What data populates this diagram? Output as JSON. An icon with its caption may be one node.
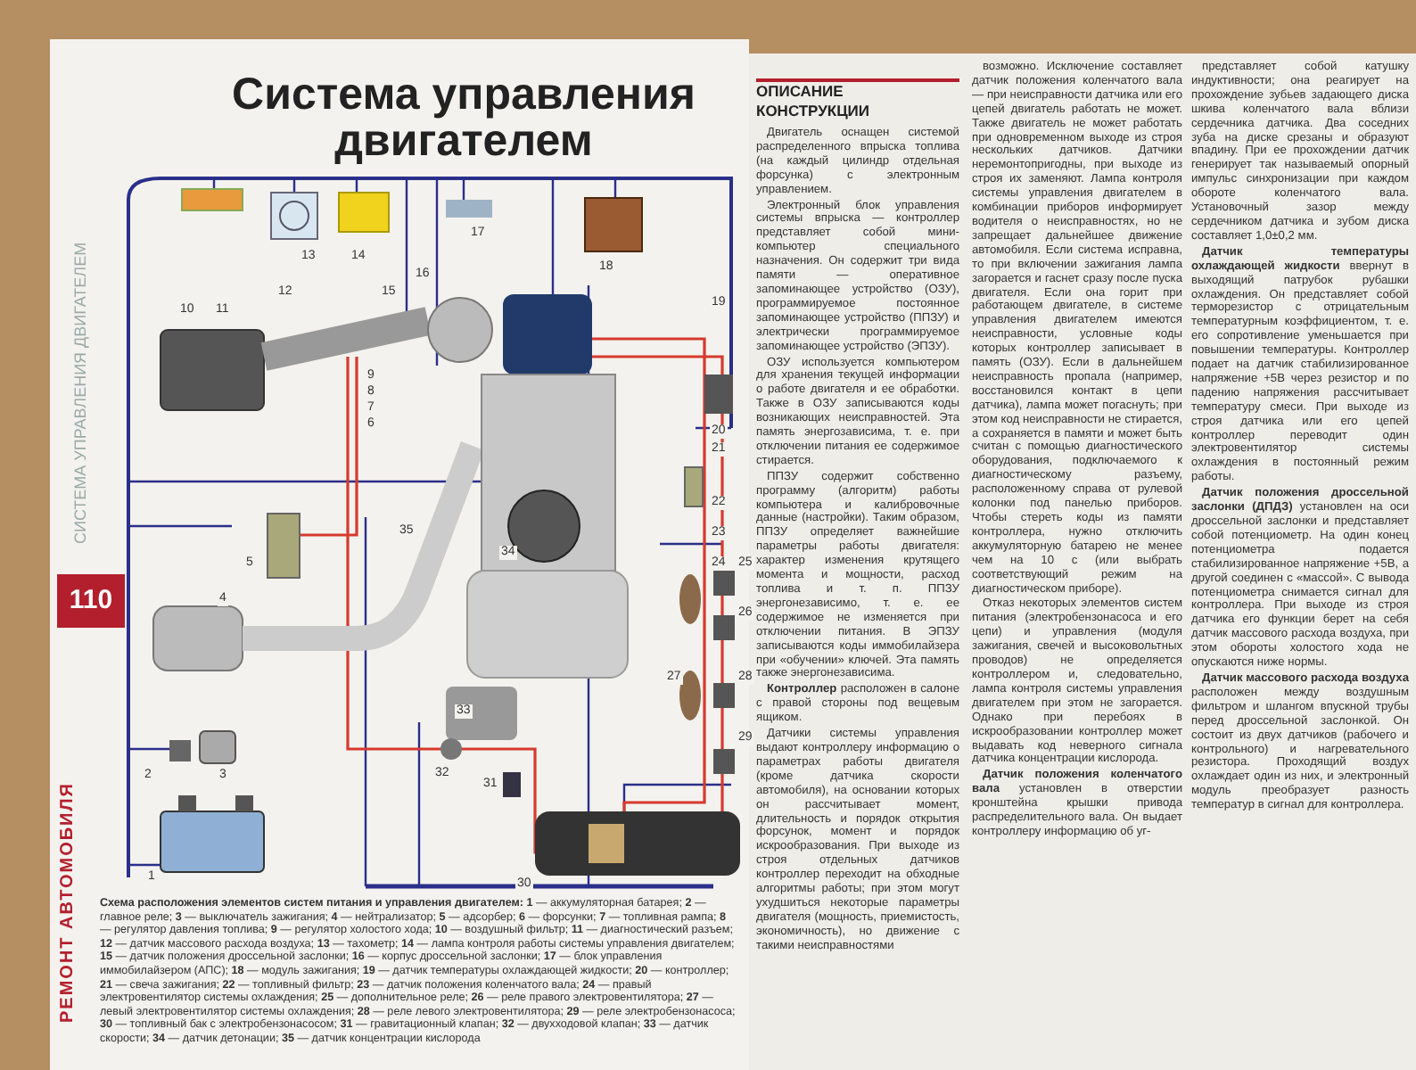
{
  "diagram": {
    "title": "Система управления двигателем",
    "caption": "**Схема расположения элементов систем питания и управления двигателем: 1** — аккумуляторная батарея; **2** — главное реле; **3** — выключатель зажигания; **4** — нейтрализатор; **5** — адсорбер; **6** — форсунки; **7** — топливная рампа; **8** — регулятор давления топлива; **9** — регулятор холостого хода; **10** — воздушный фильтр; **11** — диагностический разъем; **12** — датчик массового расхода воздуха; **13** — тахометр; **14** — лампа контроля работы системы управления двигателем; **15** — датчик положения дроссельной заслонки; **16** — корпус дроссельной заслонки; **17** — блок управления иммобилайзером (АПС); **18** — модуль зажигания; **19** — датчик температуры охлаждающей жидкости; **20** — контроллер; **21** — свеча зажигания; **22** — топливный фильтр; **23** — датчик положения коленчатого вала; **24** — правый электровентилятор системы охлаждения; **25** — дополнительное реле; **26** — реле правого электровентилятора; **27** — левый электровентилятор системы охлаждения; **28** — реле левого электровентилятора; **29** — реле электробензонасоса; **30** — топливный бак с электробензонасосом; **31** — гравитационный клапан; **32** — двухходовой клапан; **33** — датчик скорости; **34** — датчик детонации; **35** — датчик концентрации кислорода",
    "labels": [
      "110",
      "РЕМОНТ АВТОМОБИЛЯ",
      "СИСТЕМА УПРАВЛЕНИЯ ДВИГАТЕЛЕМ",
      "1",
      "2",
      "3",
      "4",
      "5",
      "6",
      "7",
      "8",
      "9",
      "10",
      "11",
      "12",
      "13",
      "14",
      "15",
      "16",
      "17",
      "18",
      "19",
      "20",
      "21",
      "22",
      "23",
      "24",
      "25",
      "26",
      "27",
      "28",
      "29",
      "30",
      "31",
      "32",
      "33",
      "34",
      "35",
      "ОПИСАНИЕ КОНСТРУКЦИИ",
      "Двигатель оснащен системой распределенного впрыска топлива (на каждый цилиндр отдельная форсунка) с электронным управлением.",
      "Электронный блок управления системы впрыска — контроллер представляет собой мини-компьютер специального назначения. Он содержит три вида памяти — оперативное запоминающее устройство (ОЗУ), программируемое постоянное запоминающее устройство (ППЗУ) и электрически программируемое запоминающее устройство (ЭПЗУ).",
      "ОЗУ используется компьютером для хранения текущей информации о работе двигателя и ее обработки. Также в ОЗУ записываются коды возникающих неисправностей. Эта память энергозависима, т. е. при отключении питания ее содержимое стирается.",
      "ППЗУ содержит собственно программу (алгоритм) работы компьютера и калибровочные данные (настройки). Таким образом, ППЗУ определяет важнейшие параметры работы двигателя: характер изменения крутящего момента и мощности, расход топлива и т. п. ППЗУ энергонезависимо, т. е. ее содержимое не изменяется при отключении питания. В ЭПЗУ записываются коды иммобилайзера при «обучении» ключей. Эта память также энергонезависима.",
      "**Контроллер** расположен в салоне с правой стороны под вещевым ящиком.",
      "Датчики системы управления выдают контроллеру информацию о параметрах работы двигателя (кроме датчика скорости автомобиля), на основании которых он рассчитывает момент, длительность и порядок открытия форсунок, момент и порядок искрообразования. При выходе из строя отдельных датчиков контроллер переходит на обходные алгоритмы работы; при этом могут ухудшиться некоторые параметры двигателя (мощность, приемистость, экономичность), но движение с такими неисправностями",
      "возможно. Исключение составляет датчик положения коленчатого вала — при неисправности датчика или его цепей двигатель работать не может. Также двигатель не может работать при одновременном выходе из строя нескольких датчиков. Датчики неремонтопригодны, при выходе из строя их заменяют. Лампа контроля системы управления двигателем в комбинации приборов информирует водителя о неисправностях, но не запрещает дальнейшее движение автомобиля. Если система исправна, то при включении зажигания лампа загорается и гаснет сразу после пуска двигателя. Если она горит при работающем двигателе, в системе управления двигателем имеются неисправности, условные коды которых контроллер записывает в память (ОЗУ). Если в дальнейшем неисправность пропала (например, восстановился контакт в цепи датчика), лампа может погаснуть; при этом код неисправности не стирается, а сохраняется в памяти и может быть считан с помощью диагностического оборудования, подключаемого к диагностическому разъему, расположенному справа от рулевой колонки под панелью приборов. Чтобы стереть коды из памяти контроллера, нужно отключить аккумуляторную батарею не менее чем на 10 с (или выбрать соответствующий режим на диагностическом приборе).",
      "Отказ некоторых элементов систем питания (электробензонасоса и его цепи) и управления (модуля зажигания, свечей и высоковольтных проводов) не определяется контроллером и, следовательно, лампа контроля системы управления двигателем при этом не загорается. Однако при перебоях в искрообразовании контроллер может выдавать код неверного сигнала датчика концентрации кислорода.",
      "**Датчик положения коленчатого вала** установлен в отверстии кронштейна крышки привода распределительного вала. Он выдает контроллеру информацию об уг-",
      "представляет собой катушку индуктивности; она реагирует на прохождение зубьев задающего диска шкива коленчатого вала вблизи сердечника датчика. Два соседних зуба на диске срезаны и образуют впадину. При ее прохождении датчик генерирует так называемый опорный импульс синхронизации при каждом обороте коленчатого вала. Установочный зазор между сердечником датчика и зубом диска составляет 1,0±0,2 мм.",
      "**Датчик температуры охлаждающей жидкости** ввернут в выходящий патрубок рубашки охлаждения. Он представляет собой терморезистор с отрицательным температурным коэффициентом, т. е. его сопротивление уменьшается при повышении температуры. Контроллер подает на датчик стабилизированное напряжение +5В через резистор и по падению напряжения рассчитывает температуру смеси. При выходе из строя датчика или его цепей контроллер переводит один электровентилятор системы охлаждения в постоянный режим работы.",
      "**Датчик положения дроссельной заслонки (ДПДЗ)** установлен на оси дроссельной заслонки и представляет собой потенциометр. На один конец потенциометра подается стабилизированное напряжение +5В, а другой соединен с «массой». С вывода потенциометра снимается сигнал для контроллера. При выходе из строя датчика его функции берет на себя датчик массового расхода воздуха, при этом обороты холостого хода не опускаются ниже нормы.",
      "**Датчик массового расхода воздуха** расположен между воздушным фильтром и шлангом впускной трубы перед дроссельной заслонкой. Он состоит из двух датчиков (рабочего и контрольного) и нагревательного резистора. Проходящий воздух охлаждает один из них, и электронный модуль преобразует разность температур в сигнал для контроллера."
    ]
  }
}
